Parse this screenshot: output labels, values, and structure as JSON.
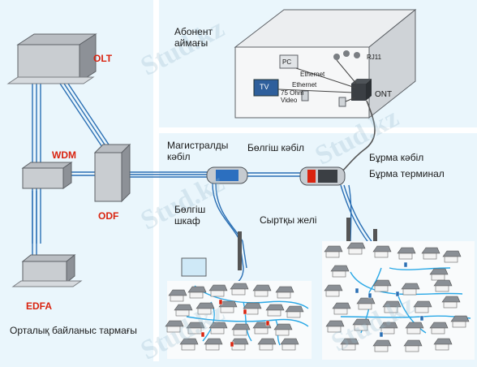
{
  "labels": {
    "olt": "OLT",
    "wdm": "WDM",
    "odf": "ODF",
    "edfa": "EDFA",
    "central_network": "Орталық байланыс тармағы",
    "subscriber_area": "Абонент аймағы",
    "pc": "PC",
    "ethernet": "Ethernet",
    "rj11": "RJ11",
    "tv": "TV",
    "ethernet2": "Ethernet",
    "coax": "75 Ohm Video",
    "ont": "ONT",
    "trunk_cable": "Магистралды кәбіл",
    "distribution_cable": "Бөлгіш кәбіл",
    "drop_cable": "Бұрма кәбіл",
    "drop_terminal": "Бұрма терминал",
    "splitter_cabinet": "Бөлгіш шкаф",
    "outside_network": "Сыртқы желі"
  },
  "watermark": "Stud.kz",
  "colors": {
    "background": "#eaf6fc",
    "divider": "#ffffff",
    "fiber": "#2a6fb4",
    "label_red": "#d9230f",
    "house_roof": "#8a8f95",
    "house_wall": "#f3f3f3"
  }
}
